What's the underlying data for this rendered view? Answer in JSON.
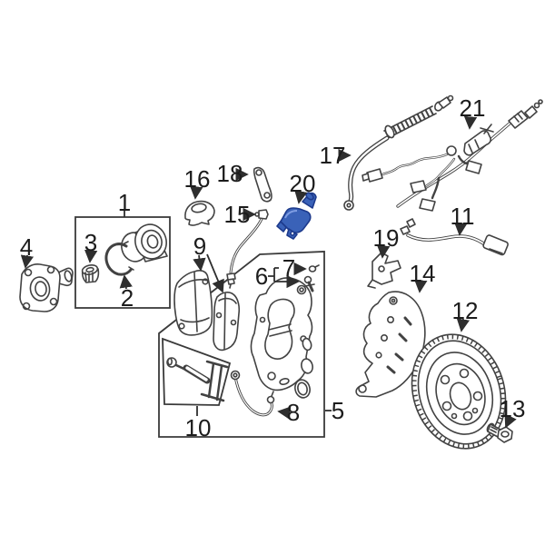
{
  "colors": {
    "background": "#ffffff",
    "line": "#424242",
    "label": "#1c1c1c",
    "highlight_fill": "#3a62b8",
    "highlight_stroke": "#1d3a8c",
    "highlight_light": "#7e9ce2"
  },
  "callouts": [
    {
      "num": "1"
    },
    {
      "num": "2"
    },
    {
      "num": "3"
    },
    {
      "num": "4"
    },
    {
      "num": "5"
    },
    {
      "num": "6"
    },
    {
      "num": "7"
    },
    {
      "num": "8"
    },
    {
      "num": "9"
    },
    {
      "num": "10"
    },
    {
      "num": "11"
    },
    {
      "num": "12"
    },
    {
      "num": "13"
    },
    {
      "num": "14"
    },
    {
      "num": "15"
    },
    {
      "num": "16"
    },
    {
      "num": "17"
    },
    {
      "num": "18"
    },
    {
      "num": "19"
    },
    {
      "num": "20"
    },
    {
      "num": "21"
    }
  ]
}
